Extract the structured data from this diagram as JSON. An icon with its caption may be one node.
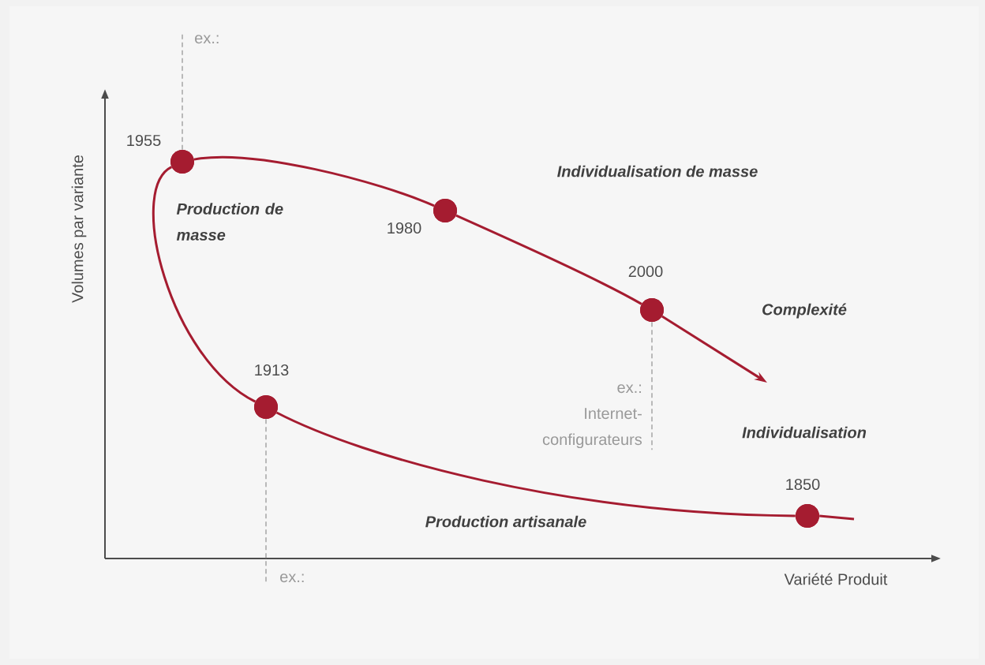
{
  "diagram": {
    "nodes": [
      {
        "text": [
          "ex.:"
        ]
      },
      {
        "text": [],
        "shape": "circle",
        "beside": [
          "1955"
        ]
      },
      {
        "text": [],
        "shape": "circle",
        "beside": [
          "1980"
        ]
      },
      {
        "text": [],
        "shape": "circle",
        "beside": [
          "2000"
        ]
      },
      {
        "text": [
          "ex.:",
          "Internet-configurateurs"
        ]
      },
      {
        "text": [],
        "shape": "circle",
        "beside": [
          "1913"
        ]
      },
      {
        "text": [],
        "shape": "circle",
        "beside": [
          "1850"
        ]
      },
      {
        "text": [
          "ex.:"
        ]
      }
    ],
    "edges": [
      {
        "from": 6,
        "to": 5,
        "arrow": "none"
      },
      {
        "from": 5,
        "to": 1,
        "arrow": "none"
      },
      {
        "from": 1,
        "to": 2,
        "arrow": "none"
      },
      {
        "from": 2,
        "to": 3,
        "arrow": "none"
      },
      {
        "from": 3,
        "to": null,
        "arrow": "to"
      },
      {
        "from": 0,
        "to": 1,
        "arrow": "none",
        "style": "dashed",
        "color": "#aaaaaa"
      },
      {
        "from": 4,
        "to": 3,
        "arrow": "none",
        "style": "dashed",
        "color": "#aaaaaa"
      },
      {
        "from": 7,
        "to": 5,
        "arrow": "none",
        "style": "dashed",
        "color": "#aaaaaa"
      }
    ],
    "labels": [
      "Individualisation de masse",
      "Production de masse",
      "Complexité",
      "Individualisation",
      "Production artisanale",
      "Volumes par variante",
      "Variété Produit"
    ]
  }
}
